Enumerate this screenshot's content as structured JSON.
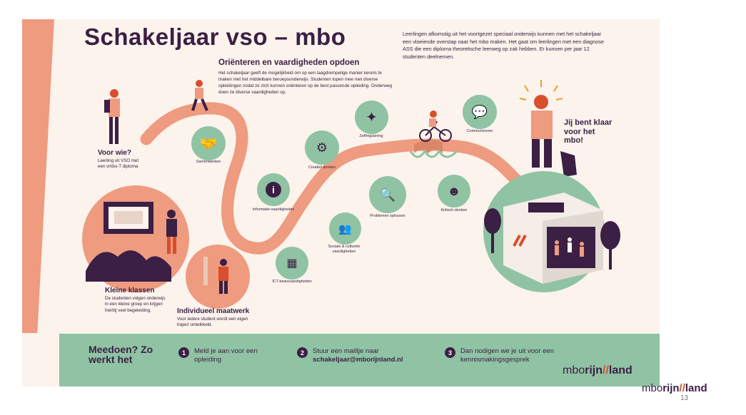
{
  "poster": {
    "title": "Schakeljaar vso – mbo",
    "orient_heading": "Oriënteren en vaardigheden opdoen",
    "orient_text": "Het schakeljaar geeft de mogelijkheid om op een laagdrempelige manier kennis te maken met het middelbare beroepsonderwijs. Studenten lopen mee met diverse opleidingen zodat ze zich kunnen oriënteren op de best passende opleiding. Onderweg doen ze diverse vaardigheden op.",
    "intro_text": "Leerlingen afkomstig uit het voortgezet speciaal onderwijs kunnen met het schakeljaar een vloeiende overstap naar het mbo maken. Het gaat om leerlingen met een diagnose ASS die een diploma theoretische leerweg op zak hebben. Er kunnen per jaar 12 studenten deelnemen.",
    "voor_wie": {
      "heading": "Voor wie?",
      "text": "Leerling uit VSO met een vmbo-T diploma"
    },
    "kleine_klassen": {
      "heading": "Kleine klassen",
      "text": "De studenten volgen onderwijs in een kleine groep en krijgen hierbij veel begeleiding."
    },
    "maatwerk": {
      "heading": "Individueel maatwerk",
      "text": "Voor iedere student wordt een eigen traject ontwikkeld."
    },
    "klaar": "Jij bent klaar voor het mbo!",
    "skills": {
      "samenwerken": "Samenwerken",
      "informatie": "Informatie-vaardigheden",
      "creatief": "Creatief denken",
      "zelfregulering": "Zelfregulering",
      "sociaal": "Sociale & culturele vaardigheden",
      "ict": "ICT-basisvaardigheden",
      "problemen": "Problemen oplossen",
      "kritisch": "Kritisch denken",
      "communiceren": "Communiceren"
    }
  },
  "footer": {
    "heading": "Meedoen? Zo werkt het",
    "steps": [
      {
        "number": "1",
        "text": "Meld je aan voor een opleiding"
      },
      {
        "number": "2",
        "text": "Stuur een mailtje naar",
        "email": "schakeljaar@mborijnland.nl"
      },
      {
        "number": "3",
        "text": "Dan nodigen we je uit voor een kennismakingsgesprek"
      }
    ]
  },
  "brand": {
    "part1": "mbo",
    "part2": "rijn",
    "slash": "//",
    "part3": "land"
  },
  "slide": {
    "page_number": "13"
  },
  "colors": {
    "plum": "#3b1f44",
    "salmon": "#ee9b80",
    "green": "#8fc3a4",
    "cream": "#fbf3ec",
    "accent": "#d94e2b"
  }
}
